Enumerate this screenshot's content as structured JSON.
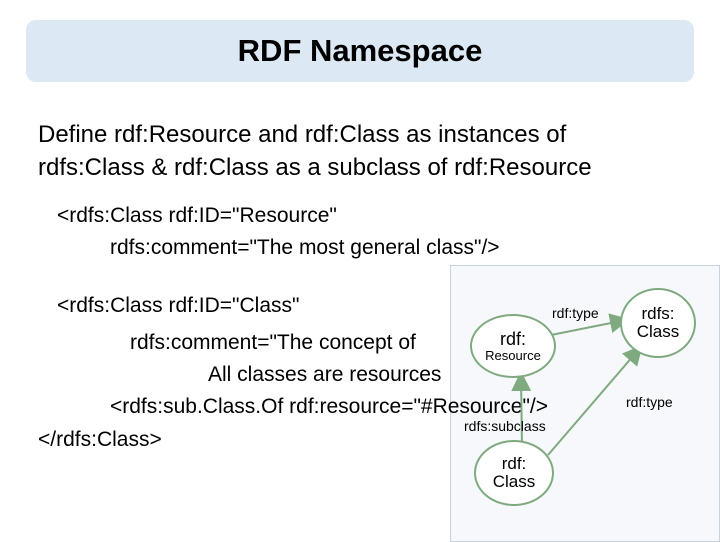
{
  "title": "RDF Namespace",
  "intro": {
    "line1": "Define rdf:Resource and rdf:Class as instances of",
    "line2": "rdfs:Class & rdf:Class as a subclass of rdf:Resource"
  },
  "code": {
    "block1_line1": "<rdfs:Class rdf:ID=\"Resource\"",
    "block1_line2": "rdfs:comment=\"The most general class\"/>",
    "block2_line1": "<rdfs:Class rdf:ID=\"Class\"",
    "block2_line2": "rdfs:comment=\"The concept of",
    "block2_line3": "All classes are resources",
    "block2_line4": "<rdfs:sub.Class.Of rdf:resource=\"#Resource\"/>",
    "block2_line5": "</rdfs:Class>"
  },
  "diagram": {
    "nodes": {
      "rdfs_class": {
        "line1": "rdfs:",
        "line2": "Class"
      },
      "rdf_resource": {
        "line1": "rdf:",
        "line2": "Resource"
      },
      "rdf_class": {
        "line1": "rdf:",
        "line2": "Class"
      }
    },
    "edge_labels": {
      "type_top": "rdf:type",
      "type_right": "rdf:type",
      "subclass": "rdfs:subclass"
    },
    "colors": {
      "node_border": "#7faa7f",
      "arrow": "#7faa7f"
    }
  }
}
